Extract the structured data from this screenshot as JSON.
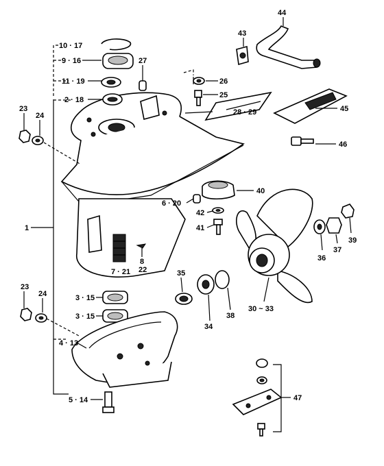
{
  "callouts": {
    "c10_17": "10 · 17",
    "c9_16": "9 · 16",
    "c11_19": "11 · 19",
    "c2_18": "2 · 18",
    "c27": "27",
    "c26": "26",
    "c25": "25",
    "c28_29": "28 · 29",
    "c43": "43",
    "c44": "44",
    "c45": "45",
    "c46": "46",
    "c23a": "23",
    "c24a": "24",
    "c1": "1",
    "c6_20": "6 · 20",
    "c40": "40",
    "c42": "42",
    "c41": "41",
    "c8": "8",
    "c7_21": "7 · 21",
    "c22": "22",
    "c23b": "23",
    "c24b": "24",
    "c3_15a": "3 · 15",
    "c3_15b": "3 · 15",
    "c35": "35",
    "c34": "34",
    "c38": "38",
    "c30_33": "30 ~ 33",
    "c36": "36",
    "c37": "37",
    "c39": "39",
    "c4_13": "4 · 13",
    "c5_14": "5 · 14",
    "c47": "47"
  }
}
